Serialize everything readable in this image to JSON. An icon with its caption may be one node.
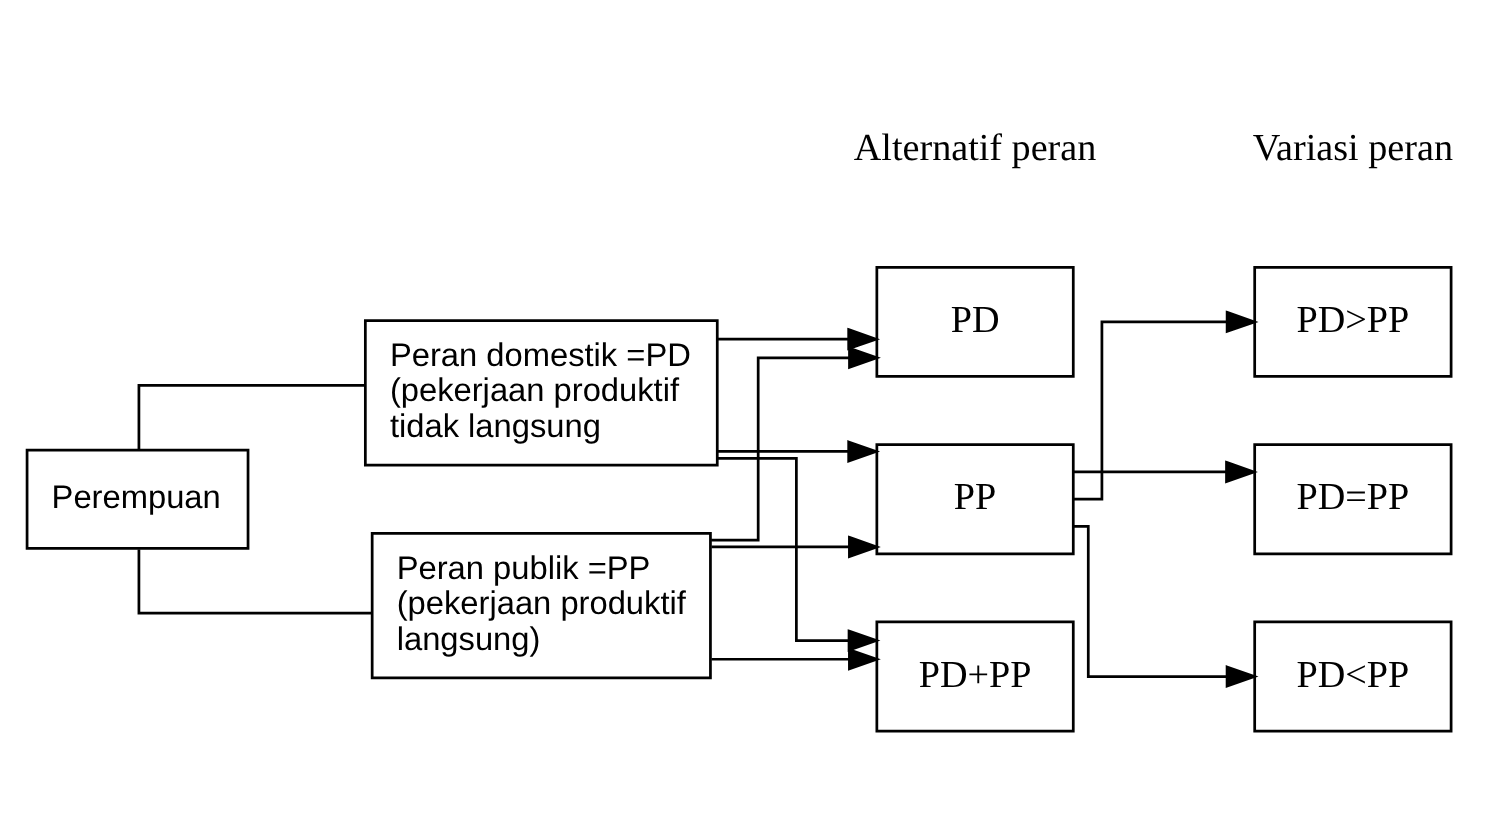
{
  "diagram": {
    "nodes": [
      {
        "text": [
          "Perempuan"
        ]
      },
      {
        "text": [
          "Peran domestik =PD (pekerjaan produktif tidak langsung"
        ]
      },
      {
        "text": [
          "Peran publik =PP (pekerjaan produktif langsung)"
        ]
      },
      {
        "text": [
          "PD"
        ]
      },
      {
        "text": [
          "PP"
        ]
      },
      {
        "text": [
          "PD+PP"
        ]
      },
      {
        "text": [
          "PD>PP"
        ]
      },
      {
        "text": [
          "PD=PP"
        ]
      },
      {
        "text": [
          "PD<PP"
        ]
      }
    ],
    "edges": [
      {
        "from": 0,
        "to": 1,
        "arrow": "none"
      },
      {
        "from": 0,
        "to": 2,
        "arrow": "none"
      },
      {
        "from": 1,
        "to": 3,
        "arrow": "to"
      },
      {
        "from": 1,
        "to": 4,
        "arrow": "to"
      },
      {
        "from": 1,
        "to": 5,
        "arrow": "to"
      },
      {
        "from": 2,
        "to": 3,
        "arrow": "to"
      },
      {
        "from": 2,
        "to": 4,
        "arrow": "to"
      },
      {
        "from": 2,
        "to": 5,
        "arrow": "to"
      },
      {
        "from": 4,
        "to": 6,
        "arrow": "to"
      },
      {
        "from": 4,
        "to": 7,
        "arrow": "to"
      },
      {
        "from": 4,
        "to": 8,
        "arrow": "to"
      }
    ],
    "labels": [
      "Alternatif peran",
      "Variasi peran"
    ]
  }
}
